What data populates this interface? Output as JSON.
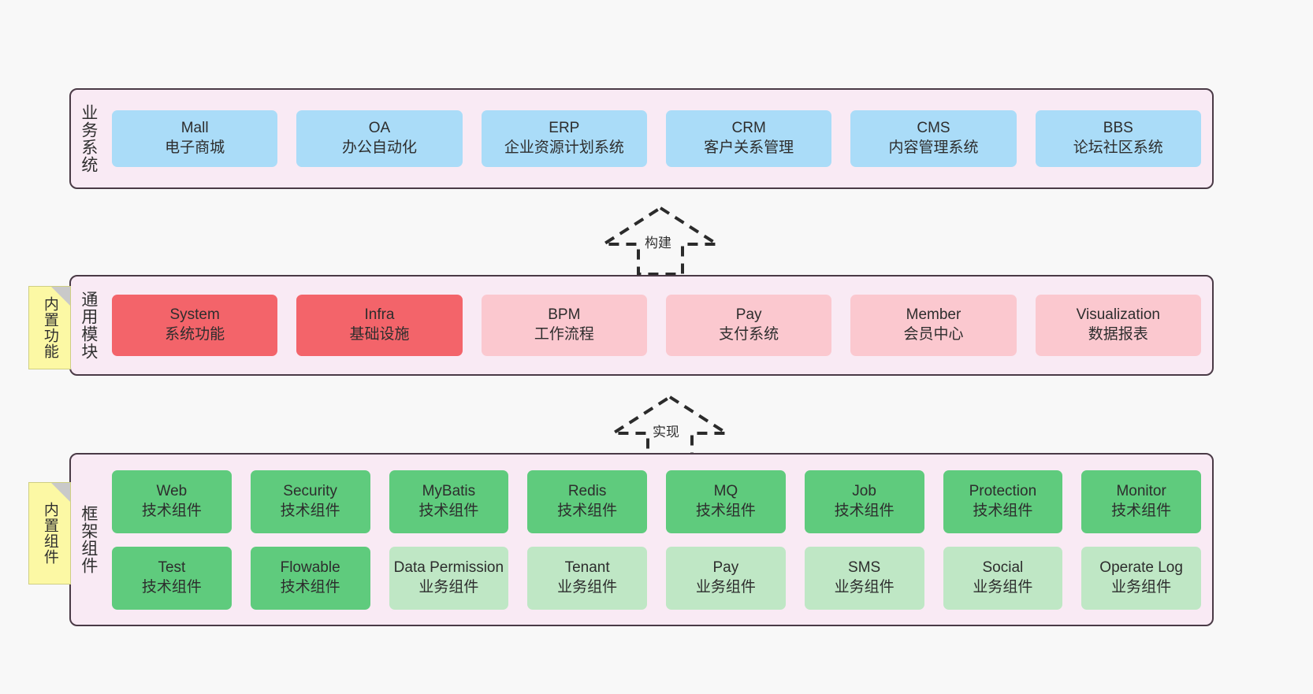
{
  "diagram": {
    "title": "ruoyi-vue-pro architecture layers",
    "background": "#f8f8f8"
  },
  "palette": {
    "layer_fill": "#f9eaf4",
    "layer_border": "#4a3a46",
    "business_node": "#aadcf8",
    "module_core_node": "#f3646a",
    "module_node": "#fbc8cf",
    "tech_node": "#5fcb7d",
    "biz_node": "#bfe7c5",
    "note_fill": "#fcf8a4",
    "note_fold": "#c9c9c9",
    "text": "#2d2d2d"
  },
  "notes": [
    {
      "id": "builtin-function",
      "label": "内置功能"
    },
    {
      "id": "builtin-component",
      "label": "内置组件"
    }
  ],
  "connectors": [
    {
      "id": "build",
      "label": "构建",
      "style": "dashed-generalization",
      "direction": "up"
    },
    {
      "id": "implement",
      "label": "实现",
      "style": "dashed-generalization",
      "direction": "up"
    }
  ],
  "layers": [
    {
      "id": "business",
      "title": "业务系统",
      "rows": [
        [
          {
            "name": "Mall",
            "desc": "电子商城",
            "color": "#aadcf8"
          },
          {
            "name": "OA",
            "desc": "办公自动化",
            "color": "#aadcf8"
          },
          {
            "name": "ERP",
            "desc": "企业资源计划系统",
            "color": "#aadcf8"
          },
          {
            "name": "CRM",
            "desc": "客户关系管理",
            "color": "#aadcf8"
          },
          {
            "name": "CMS",
            "desc": "内容管理系统",
            "color": "#aadcf8"
          },
          {
            "name": "BBS",
            "desc": "论坛社区系统",
            "color": "#aadcf8"
          }
        ]
      ]
    },
    {
      "id": "modules",
      "title": "通用模块",
      "rows": [
        [
          {
            "name": "System",
            "desc": "系统功能",
            "color": "#f3646a"
          },
          {
            "name": "Infra",
            "desc": "基础设施",
            "color": "#f3646a"
          },
          {
            "name": "BPM",
            "desc": "工作流程",
            "color": "#fbc8cf"
          },
          {
            "name": "Pay",
            "desc": "支付系统",
            "color": "#fbc8cf"
          },
          {
            "name": "Member",
            "desc": "会员中心",
            "color": "#fbc8cf"
          },
          {
            "name": "Visualization",
            "desc": "数据报表",
            "color": "#fbc8cf"
          }
        ]
      ]
    },
    {
      "id": "framework",
      "title": "框架组件",
      "rows": [
        [
          {
            "name": "Web",
            "desc": "技术组件",
            "color": "#5fcb7d"
          },
          {
            "name": "Security",
            "desc": "技术组件",
            "color": "#5fcb7d"
          },
          {
            "name": "MyBatis",
            "desc": "技术组件",
            "color": "#5fcb7d"
          },
          {
            "name": "Redis",
            "desc": "技术组件",
            "color": "#5fcb7d"
          },
          {
            "name": "MQ",
            "desc": "技术组件",
            "color": "#5fcb7d"
          },
          {
            "name": "Job",
            "desc": "技术组件",
            "color": "#5fcb7d"
          },
          {
            "name": "Protection",
            "desc": "技术组件",
            "color": "#5fcb7d"
          },
          {
            "name": "Monitor",
            "desc": "技术组件",
            "color": "#5fcb7d"
          }
        ],
        [
          {
            "name": "Test",
            "desc": "技术组件",
            "color": "#5fcb7d"
          },
          {
            "name": "Flowable",
            "desc": "技术组件",
            "color": "#5fcb7d"
          },
          {
            "name": "Data Permission",
            "desc": "业务组件",
            "color": "#bfe7c5",
            "wrap": true
          },
          {
            "name": "Tenant",
            "desc": "业务组件",
            "color": "#bfe7c5"
          },
          {
            "name": "Pay",
            "desc": "业务组件",
            "color": "#bfe7c5"
          },
          {
            "name": "SMS",
            "desc": "业务组件",
            "color": "#bfe7c5"
          },
          {
            "name": "Social",
            "desc": "业务组件",
            "color": "#bfe7c5"
          },
          {
            "name": "Operate Log",
            "desc": "业务组件",
            "color": "#bfe7c5"
          }
        ]
      ]
    }
  ]
}
